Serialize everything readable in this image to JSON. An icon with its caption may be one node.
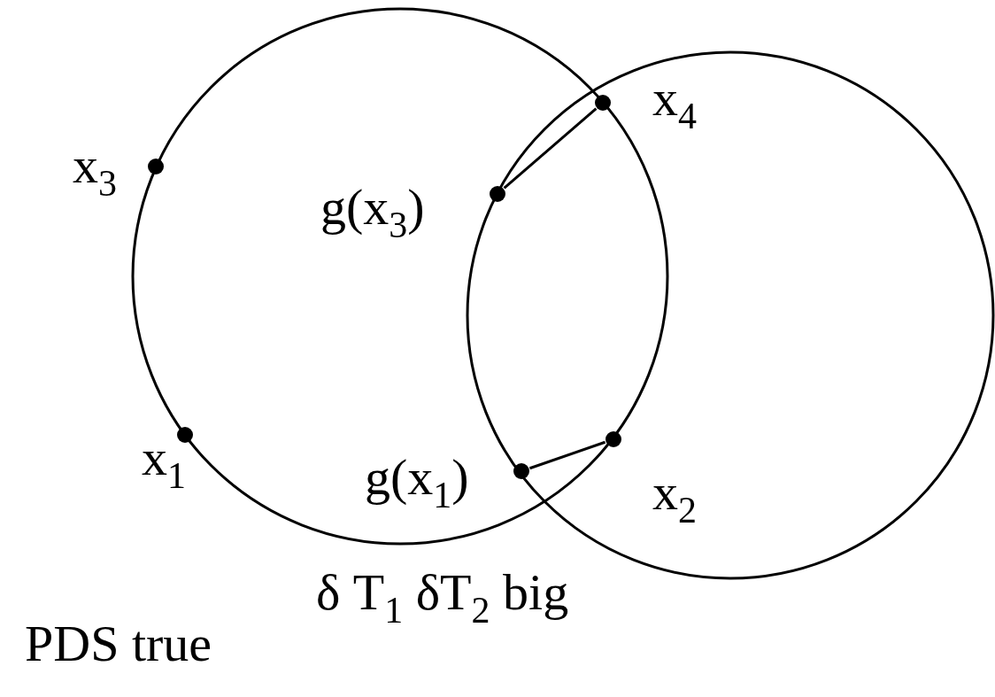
{
  "diagram": {
    "nodes": [
      {
        "text": [],
        "shape": "circle",
        "beside": [
          "x$_{3}$"
        ]
      },
      {
        "text": [],
        "shape": "circle",
        "beside": [
          "x$_{4}$"
        ]
      },
      {
        "text": [],
        "shape": "circle",
        "beside": [
          "g(x$_{3}$)"
        ]
      },
      {
        "text": [],
        "shape": "circle",
        "beside": [
          "x$_{1}$"
        ]
      },
      {
        "text": [],
        "shape": "circle",
        "beside": [
          "g(x$_{1}$)"
        ]
      },
      {
        "text": [],
        "shape": "circle",
        "beside": [
          "x$_{2}$"
        ]
      }
    ],
    "edges": [
      {
        "from": 2,
        "to": 1,
        "arrow": "none"
      },
      {
        "from": 4,
        "to": 5,
        "arrow": "none"
      }
    ],
    "labels": [
      "δ T$_{1}$ δT$_{2}$ big",
      "PDS true"
    ]
  }
}
